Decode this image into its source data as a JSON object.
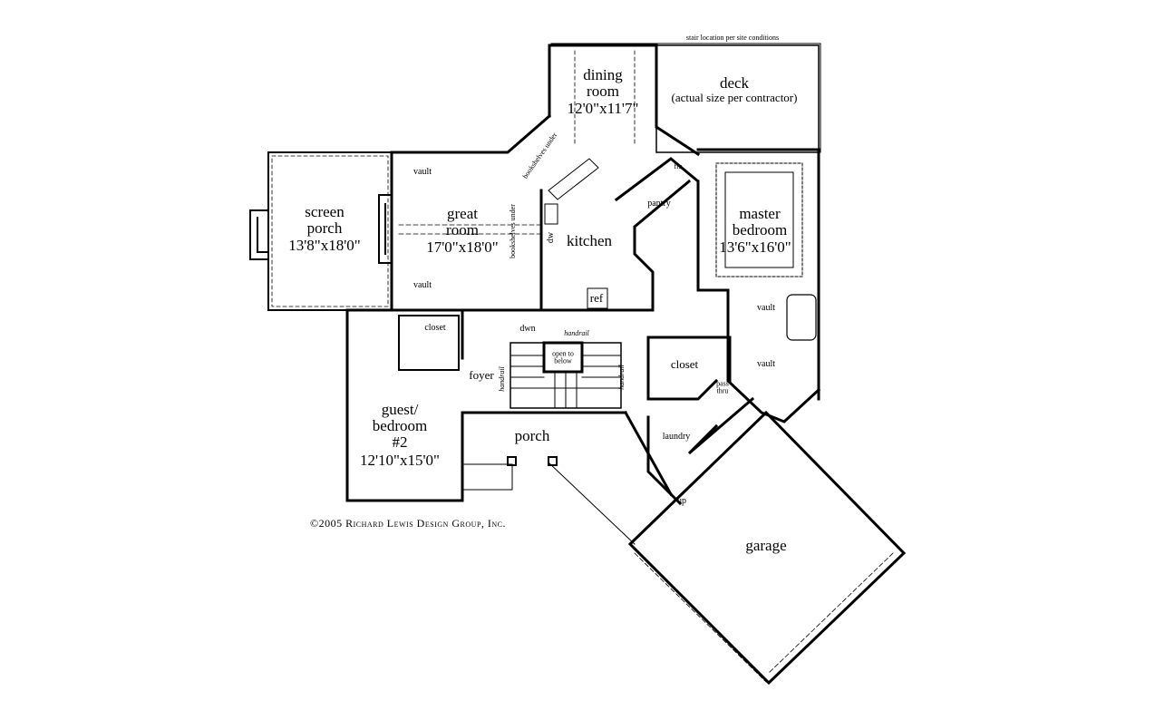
{
  "plan": {
    "top_note": "stair location per site conditions",
    "copyright": "©2005 Richard Lewis Design Group, Inc.",
    "rooms": {
      "dining": {
        "name": "dining\nroom",
        "size": "12'0\"x11'7\""
      },
      "deck": {
        "name": "deck",
        "note": "(actual size per contractor)"
      },
      "screen_porch": {
        "name": "screen\nporch",
        "size": "13'8\"x18'0\""
      },
      "great_room": {
        "name": "great\nroom",
        "size": "17'0\"x18'0\""
      },
      "kitchen": {
        "name": "kitchen"
      },
      "pantry": {
        "name": "pantry"
      },
      "master": {
        "name": "master\nbedroom",
        "size": "13'6\"x16'0\""
      },
      "guest": {
        "name": "guest/\nbedroom\n#2",
        "size": "12'10\"x15'0\""
      },
      "closet_guest": {
        "name": "closet"
      },
      "closet_hall": {
        "name": "closet"
      },
      "foyer": {
        "name": "foyer"
      },
      "porch": {
        "name": "porch"
      },
      "laundry": {
        "name": "laundry"
      },
      "garage": {
        "name": "garage"
      }
    },
    "annotations": {
      "vault": "vault",
      "bookshelves_under": "bookshelves under",
      "dw": "dw",
      "ref": "ref",
      "frz": "frz",
      "dwn": "dwn",
      "open_to_below": "open to\nbelow",
      "handrail": "handrail",
      "pass_thru": "pass\nthru",
      "up": "up"
    }
  }
}
